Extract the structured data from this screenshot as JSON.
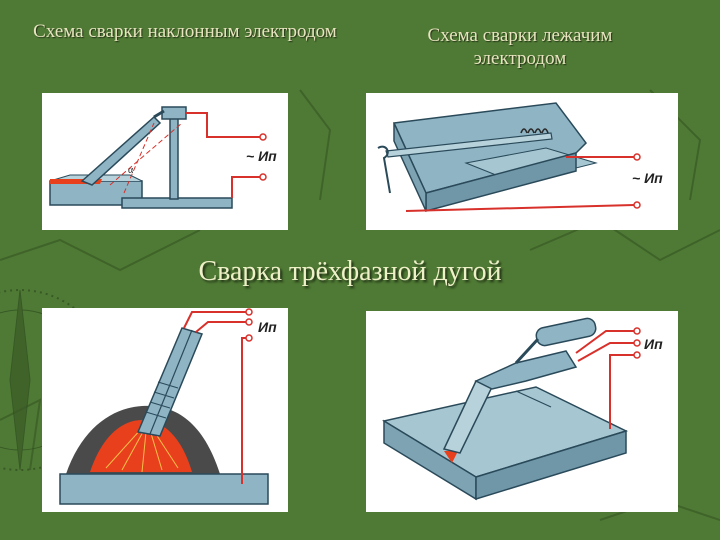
{
  "captions": {
    "inclined": "Схема сварки наклонным электродом",
    "lying": "Схема сварки лежачим электродом",
    "three_phase": "Сварка трёхфазной дугой"
  },
  "panels": {
    "inclined": {
      "terminal_label": "~ Ип",
      "angle_label": "α"
    },
    "lying": {
      "terminal_label": "~ Ип"
    },
    "three_phase_left": {
      "terminal_label": "Ип"
    },
    "three_phase_right": {
      "terminal_label": "Ип"
    }
  },
  "colors": {
    "background": "#4f7a35",
    "metal": "#8fb4c4",
    "wire": "#d8302a",
    "arc": "#e8401c"
  }
}
